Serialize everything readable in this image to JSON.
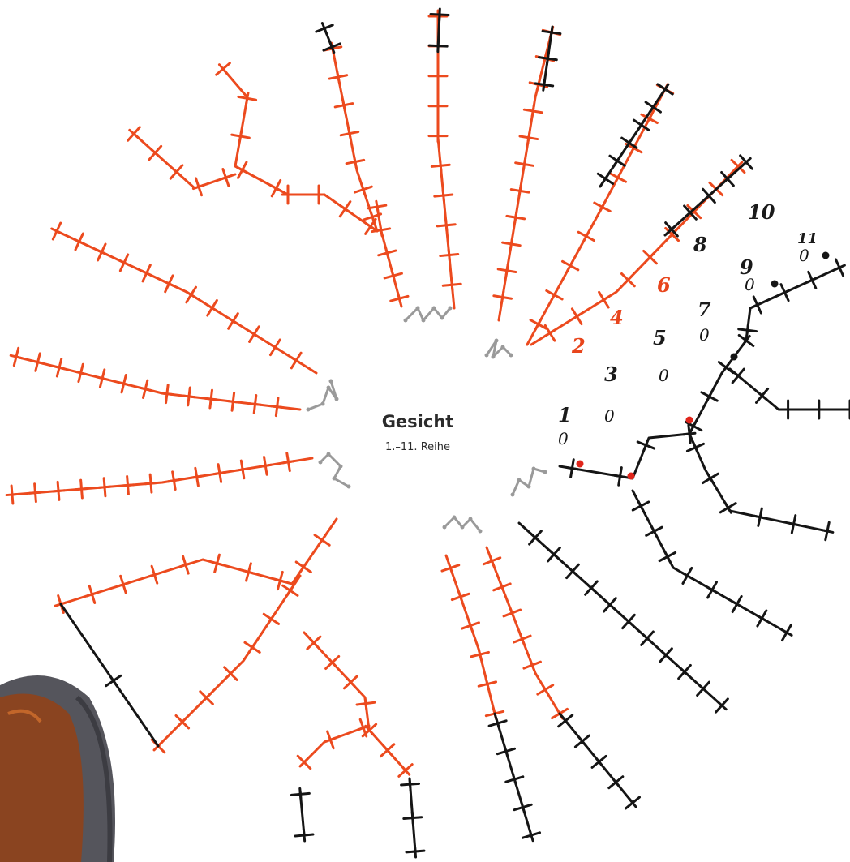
{
  "title": "Gesicht",
  "subtitle": "1.–11. Reihe",
  "row_numbers": [
    {
      "label": "1",
      "color": "#1a1a1a"
    },
    {
      "label": "2",
      "color": "#e8451c"
    },
    {
      "label": "3",
      "color": "#1a1a1a"
    },
    {
      "label": "4",
      "color": "#e8451c"
    },
    {
      "label": "5",
      "color": "#1a1a1a"
    },
    {
      "label": "6",
      "color": "#e8451c"
    },
    {
      "label": "7",
      "color": "#1a1a1a"
    },
    {
      "label": "8",
      "color": "#1a1a1a"
    },
    {
      "label": "9",
      "color": "#1a1a1a"
    },
    {
      "label": "10",
      "color": "#1a1a1a"
    },
    {
      "label": "11",
      "color": "#1a1a1a"
    }
  ],
  "chain_markers": [
    "0",
    "0",
    "0",
    "0",
    "0",
    "0"
  ],
  "colors": {
    "orange": "#ec4a1e",
    "yellow": "#f3a21a",
    "black": "#151515",
    "grey": "#9a9a9a",
    "marker": "#e0251b",
    "felt_dark": "#55555c",
    "felt_brown": "#8a4420"
  }
}
